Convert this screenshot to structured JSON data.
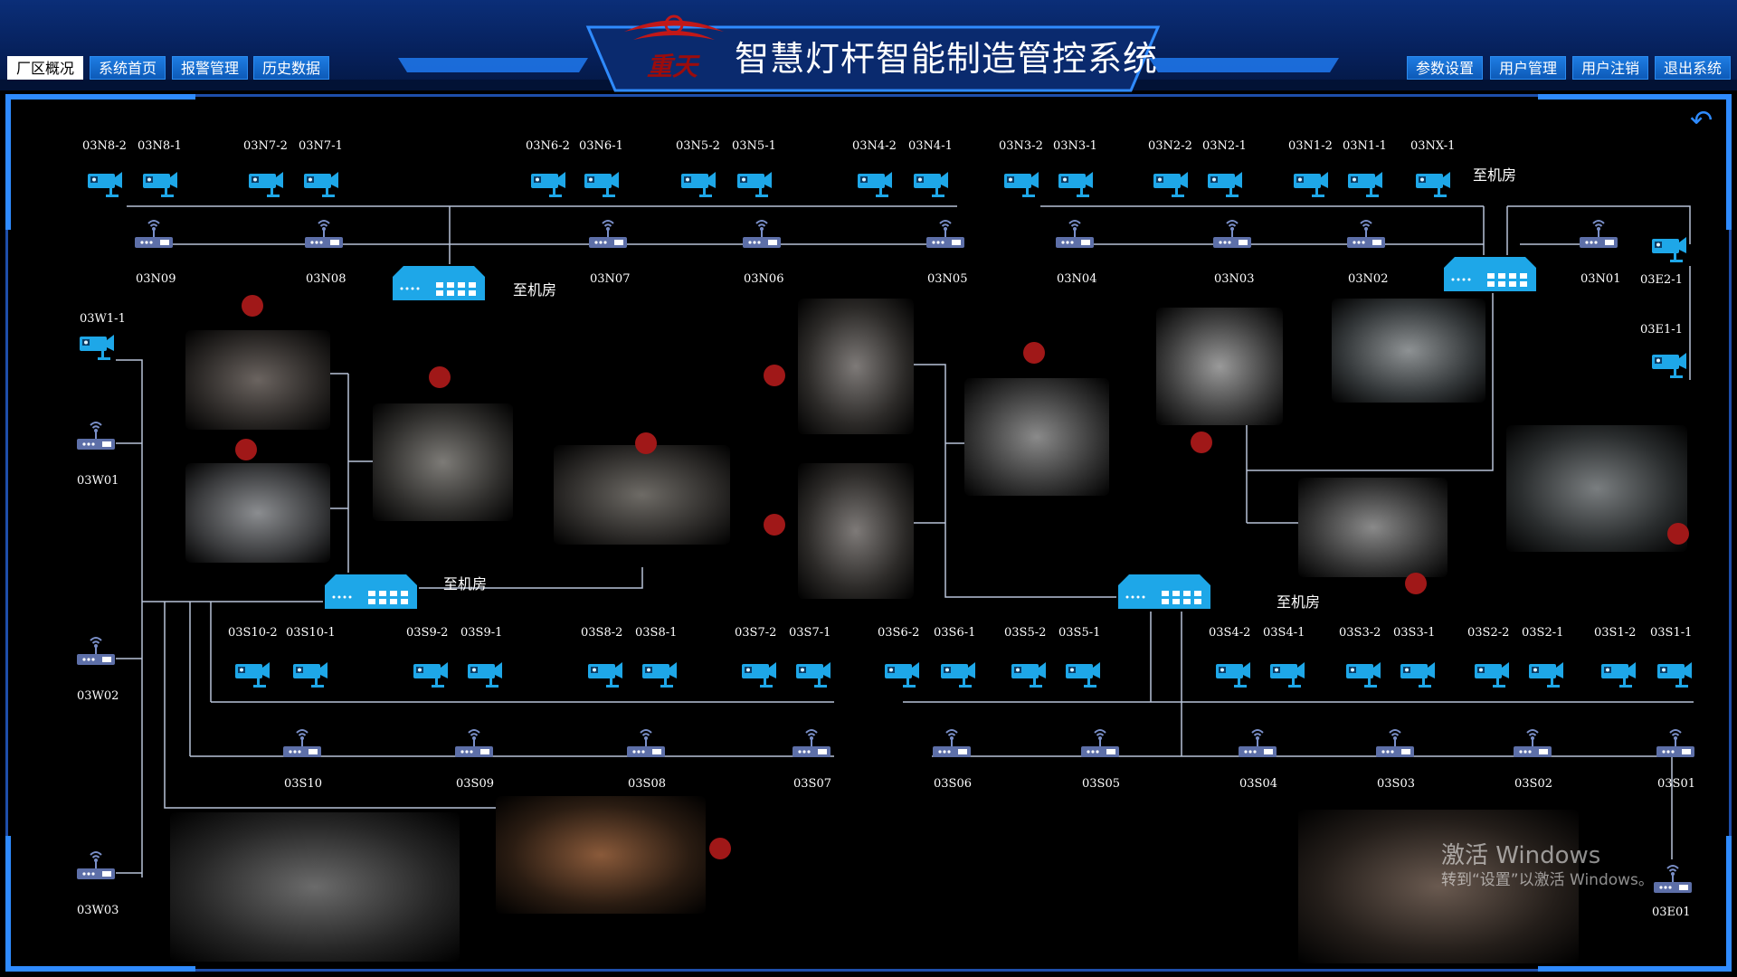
{
  "header": {
    "app_title": "智慧灯杆智能制造管控系统",
    "logo_text": "重天",
    "left_nav": [
      {
        "label": "厂区概况",
        "active": true
      },
      {
        "label": "系统首页",
        "active": false
      },
      {
        "label": "报警管理",
        "active": false
      },
      {
        "label": "历史数据",
        "active": false
      }
    ],
    "right_nav": [
      {
        "label": "参数设置"
      },
      {
        "label": "用户管理"
      },
      {
        "label": "用户注销"
      },
      {
        "label": "退出系统"
      }
    ]
  },
  "colors": {
    "accent": "#1ea7e8",
    "line": "#b8c3d8",
    "alarm": "#a01818",
    "frame": "#1e4eaa"
  },
  "icons": {
    "camera": "cctv-camera-icon",
    "ap": "wireless-ap-icon",
    "switch": "network-switch-icon",
    "back": "back-arrow-icon"
  },
  "cameras_north": [
    "03N8-2",
    "03N8-1",
    "03N7-2",
    "03N7-1",
    "03N6-2",
    "03N6-1",
    "03N5-2",
    "03N5-1",
    "03N4-2",
    "03N4-1",
    "03N3-2",
    "03N3-1",
    "03N2-2",
    "03N2-1",
    "03N1-2",
    "03N1-1",
    "03NX-1"
  ],
  "aps_north": [
    "03N09",
    "03N08",
    "03N07",
    "03N06",
    "03N05",
    "03N04",
    "03N03",
    "03N02",
    "03N01"
  ],
  "cameras_east": [
    "03E2-1",
    "03E1-1"
  ],
  "camera_west": "03W1-1",
  "aps_west": [
    "03W01",
    "03W02",
    "03W03"
  ],
  "cameras_south": [
    "03S10-2",
    "03S10-1",
    "03S9-2",
    "03S9-1",
    "03S8-2",
    "03S8-1",
    "03S7-2",
    "03S7-1",
    "03S6-2",
    "03S6-1",
    "03S5-2",
    "03S5-1",
    "03S4-2",
    "03S4-1",
    "03S3-2",
    "03S3-1",
    "03S2-2",
    "03S2-1",
    "03S1-2",
    "03S1-1"
  ],
  "aps_south": [
    "03S10",
    "03S09",
    "03S08",
    "03S07",
    "03S06",
    "03S05",
    "03S04",
    "03S03",
    "03S02",
    "03S01"
  ],
  "ap_east": "03E01",
  "switch_label": "至机房",
  "watermark": {
    "line1": "激活 Windows",
    "line2": "转到“设置”以激活 Windows。"
  }
}
